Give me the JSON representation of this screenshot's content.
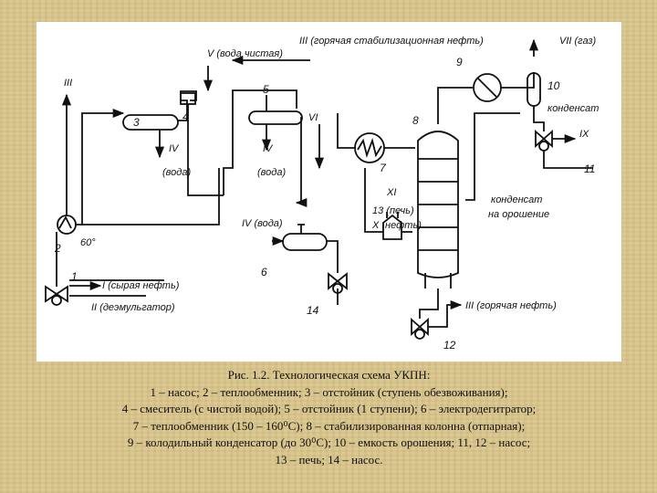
{
  "diagram": {
    "labels": {
      "water_clean": "V (вода чистая)",
      "hot_oil_top": "III (горячая стабилизационная нефть)",
      "gas": "VII (газ)",
      "condensate": "конденсат",
      "condensate_reflux_1": "конденсат",
      "condensate_reflux_2": "на орошение",
      "water_1": "IV",
      "water_1b": "(вода)",
      "water_2": "IV",
      "water_2b": "(вода)",
      "water_3": "IV (вода)",
      "stream_vi": "VI",
      "stream_xi": "XI",
      "furnace": "13 (печь)",
      "oil_x": "X (нефть)",
      "stream_ix": "IX",
      "stream_iii_left": "III",
      "temp_60": "60°",
      "raw_oil": "I (сырая нефть)",
      "demulsifier": "II (деэмульгатор)",
      "hot_oil_bottom": "III (горячая нефть)"
    },
    "numbers": {
      "n1": "1",
      "n2": "2",
      "n3": "3",
      "n4": "4",
      "n5": "5",
      "n6": "6",
      "n7": "7",
      "n8": "8",
      "n9": "9",
      "n10": "10",
      "n11": "11",
      "n12": "12",
      "n14": "14"
    }
  },
  "caption": {
    "line1": "Рис. 1.2. Технологическая схема УКПН:",
    "line2": "1 – насос; 2 – теплообменник; 3 – отстойник (ступень обезвоживания);",
    "line3": "4 – смеситель (с чистой водой); 5 – отстойник (1 ступени); 6 – электродегитратор;",
    "line4": "7 – теплообменник (150 – 160⁰С); 8 – стабилизированная колонна (отпарная);",
    "line5": "9 – колодильный конденсатор (до 30⁰С); 10 – емкость орошения; 11, 12 – насос;",
    "line6": "13 – печь; 14 – насос."
  }
}
